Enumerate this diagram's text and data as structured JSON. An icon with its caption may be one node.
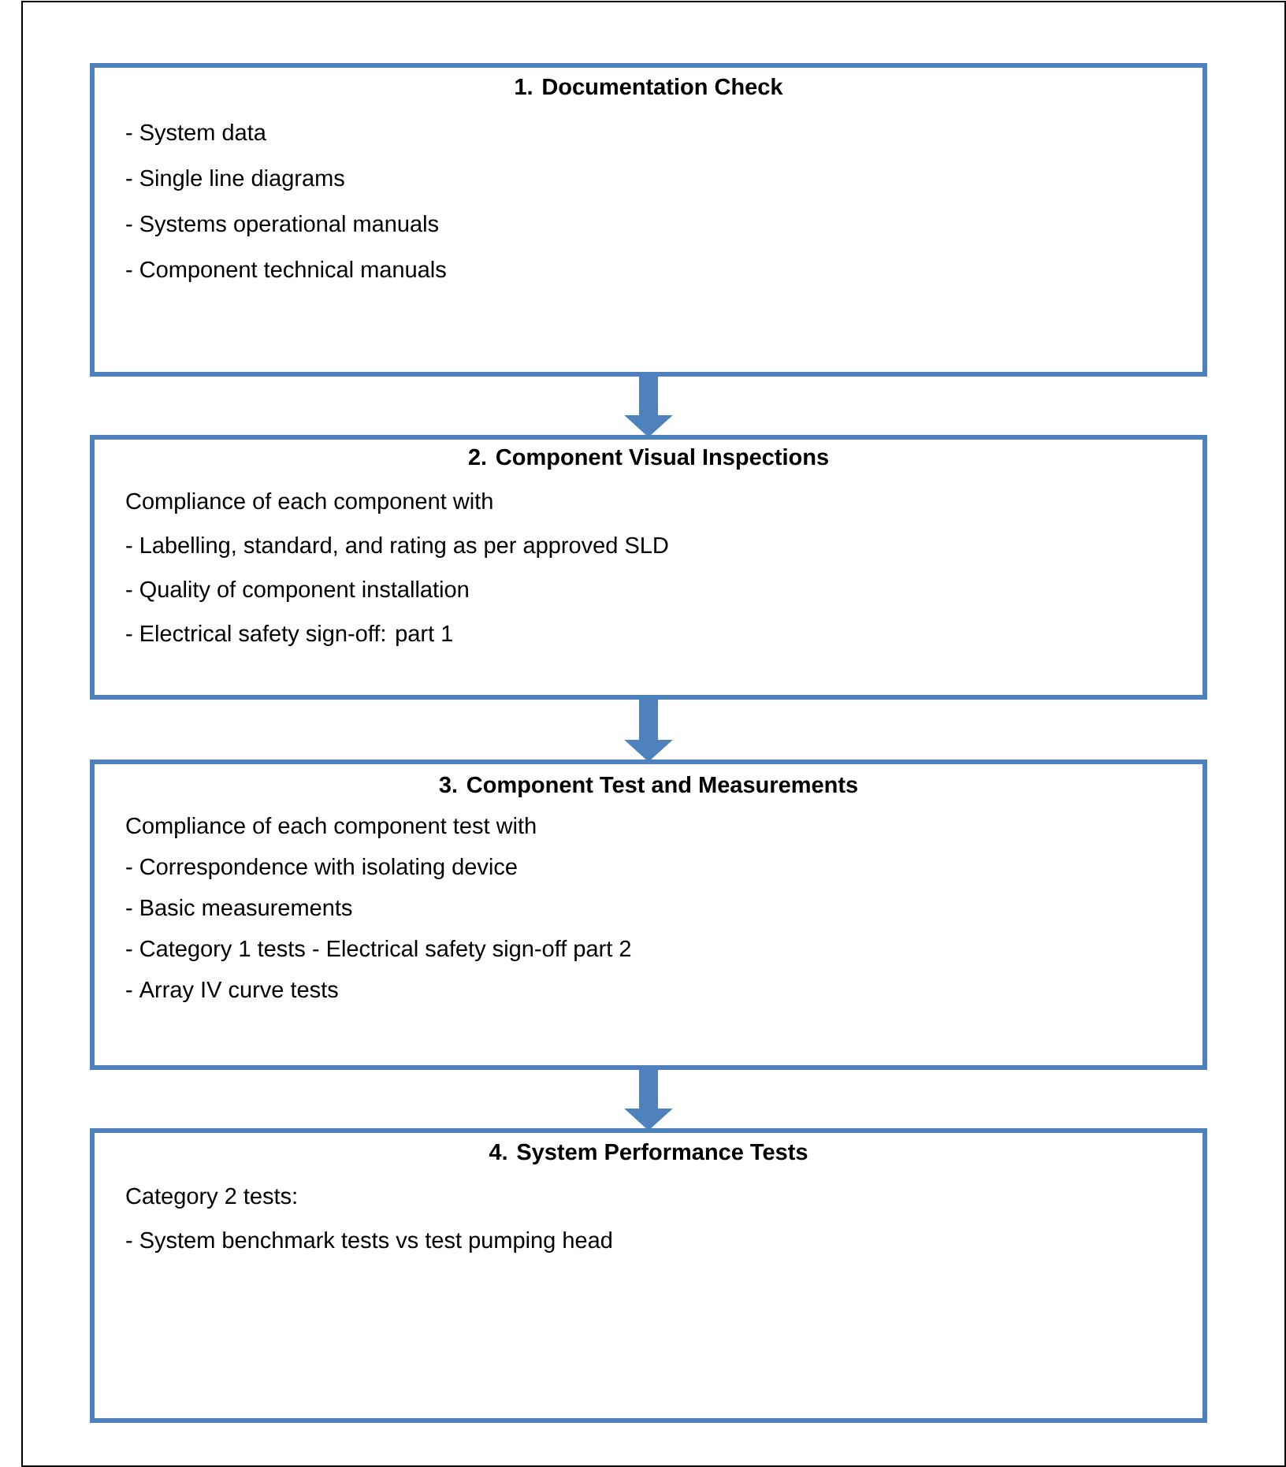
{
  "diagram": {
    "nodes": [
      {
        "text": [
          "1. Documentation Check",
          "- System data",
          "- Single line diagrams",
          "- Systems operational manuals",
          "- Component technical manuals"
        ]
      },
      {
        "text": [
          "2. Component Visual Inspections",
          "Compliance of each component with",
          "- Labelling, standard, and rating as per approved SLD",
          "- Quality of component installation",
          "- Electrical safety sign-off:  part 1"
        ]
      },
      {
        "text": [
          "3.  Component Test and Measurements",
          "Compliance of each component test with",
          "- Correspondence with isolating device",
          "- Basic measurements",
          "- Category 1 tests - Electrical safety sign-off part 2",
          "- Array IV curve tests"
        ]
      },
      {
        "text": [
          "4. System Performance Tests",
          "Category 2 tests:",
          "- System benchmark tests vs test pumping head"
        ]
      }
    ],
    "edges": [
      {
        "from": 0,
        "to": 1,
        "arrow": "to"
      },
      {
        "from": 1,
        "to": 2,
        "arrow": "to"
      },
      {
        "from": 2,
        "to": 3,
        "arrow": "to"
      }
    ]
  }
}
